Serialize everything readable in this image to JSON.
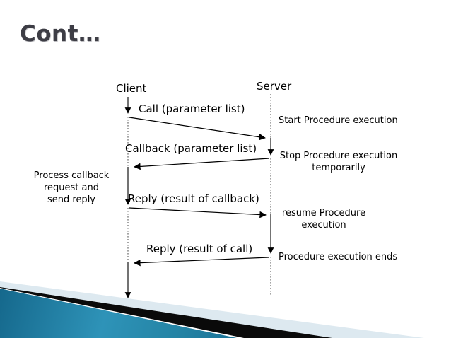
{
  "slide": {
    "title": "Cont…"
  },
  "diagram": {
    "client_label": "Client",
    "server_label": "Server",
    "messages": [
      {
        "label": "Call (parameter list)"
      },
      {
        "label": "Callback (parameter list)"
      },
      {
        "label": "Reply (result of callback)"
      },
      {
        "label": "Reply (result of call)"
      }
    ],
    "server_notes": [
      {
        "text": "Start Procedure execution"
      },
      {
        "text": "Stop Procedure execution\ntemporarily"
      },
      {
        "text": "resume Procedure\nexecution"
      },
      {
        "text": "Procedure execution ends"
      }
    ],
    "client_note": "Process callback\nrequest and\nsend reply"
  },
  "colors": {
    "title_text": "#3d3d45",
    "diagram_lines": "#000000",
    "ribbon_teal": "#2e93b8",
    "ribbon_pale": "#dde9f0",
    "ribbon_black": "#0a0a0a"
  }
}
